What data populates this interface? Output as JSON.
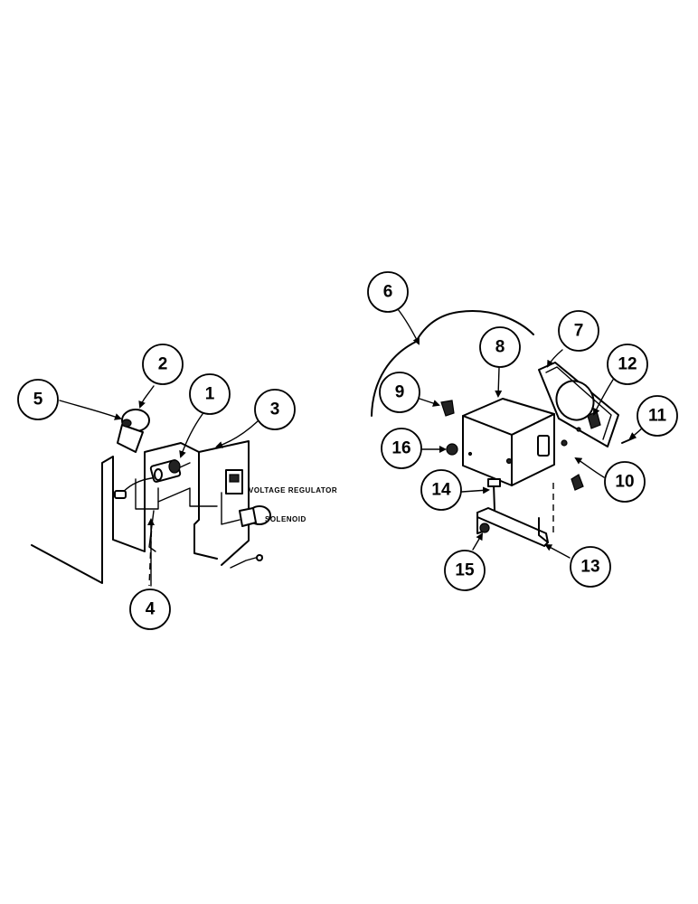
{
  "callouts": {
    "c1": "1",
    "c2": "2",
    "c3": "3",
    "c4": "4",
    "c5": "5",
    "c6": "6",
    "c7": "7",
    "c8": "8",
    "c9": "9",
    "c10": "10",
    "c11": "11",
    "c12": "12",
    "c13": "13",
    "c14": "14",
    "c15": "15",
    "c16": "16"
  },
  "labels": {
    "voltage_regulator": "VOLTAGE REGULATOR",
    "solenoid": "SOLENOID"
  }
}
